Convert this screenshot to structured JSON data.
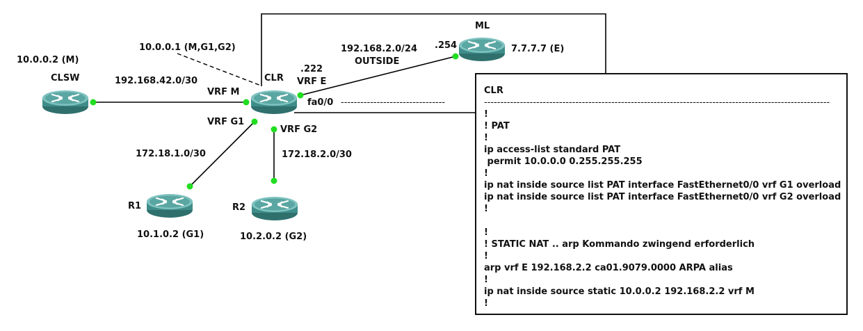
{
  "colors": {
    "router_body": "#3f8d8a",
    "router_top": "#7fc3c0",
    "port": "#22dd22",
    "line": "#000000"
  },
  "icons": {
    "router": "router-icon"
  },
  "devices": {
    "clsw": {
      "name": "CLSW",
      "addr": "10.0.0.2 (M)"
    },
    "clr": {
      "name": "CLR"
    },
    "ml": {
      "name": "ML",
      "addr": "7.7.7.7 (E)"
    },
    "r1": {
      "name": "R1",
      "addr": "10.1.0.2 (G1)"
    },
    "r2": {
      "name": "R2",
      "addr": "10.2.0.2 (G2)"
    }
  },
  "links": {
    "clsw_clr": {
      "subnet": "192.168.42.0/30",
      "vrf": "VRF M"
    },
    "mgmt": {
      "label": "10.0.0.1 (M,G1,G2)"
    },
    "ml_clr": {
      "subnet": "192.168.2.0/24",
      "zone": "OUTSIDE",
      "ml_host": ".254",
      "clr_host": ".222",
      "vrf": "VRF E",
      "interface": "fa0/0",
      "dashes": "--------------------------------"
    },
    "r1_clr": {
      "subnet": "172.18.1.0/30",
      "vrf": "VRF G1"
    },
    "r2_clr": {
      "subnet": "172.18.2.0/30",
      "vrf": "VRF G2"
    }
  },
  "config": {
    "title": "CLR",
    "separator": "----------------------------------------------------------------------------------------------------------",
    "lines": [
      "!",
      "! PAT",
      "!",
      "ip access-list standard PAT",
      " permit 10.0.0.0 0.255.255.255",
      "!",
      "ip nat inside source list PAT interface FastEthernet0/0 vrf G1 overload",
      "ip nat inside source list PAT interface FastEthernet0/0 vrf G2 overload",
      "!",
      "",
      "!",
      "! STATIC NAT .. arp Kommando zwingend erforderlich",
      "!",
      "arp vrf E 192.168.2.2 ca01.9079.0000 ARPA alias",
      "!",
      "ip nat inside source static 10.0.0.2 192.168.2.2 vrf M",
      "!"
    ]
  }
}
